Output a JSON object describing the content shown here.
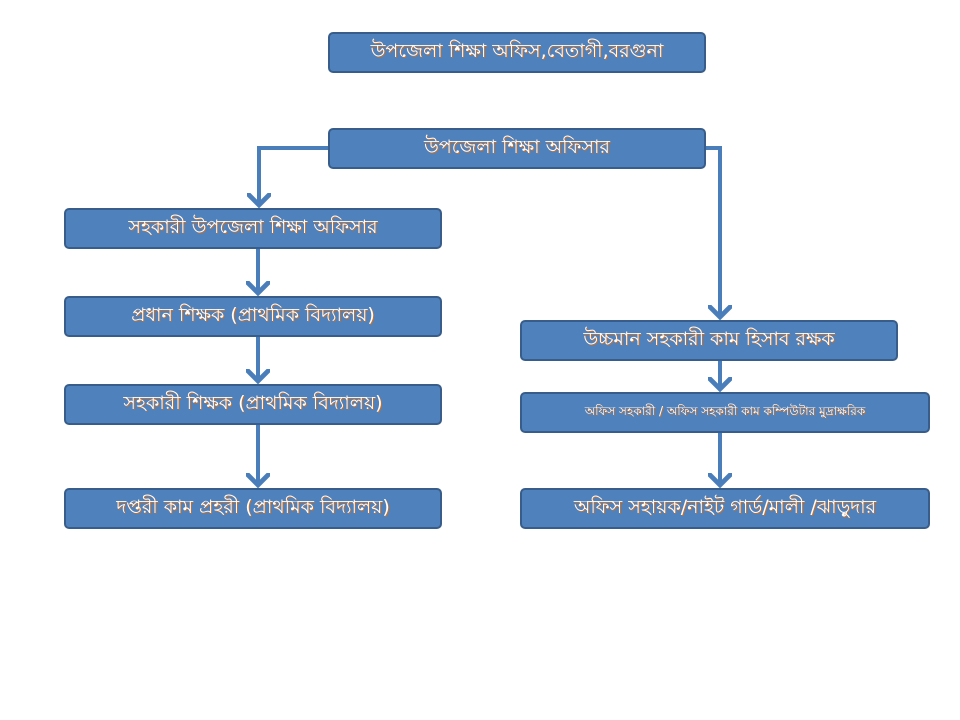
{
  "title": "উপজেলা শিক্ষা অফিস,বেতাগী,বরগুনা",
  "top": "উপজেলা শিক্ষা অফিসার",
  "left": [
    "সহকারী উপজেলা শিক্ষা অফিসার",
    "প্রধান শিক্ষক (প্রাথমিক বিদ্যালয়)",
    "সহকারী শিক্ষক (প্রাথমিক বিদ্যালয়)",
    "দপ্তরী কাম প্রহরী (প্রাথমিক বিদ্যালয়)"
  ],
  "right": [
    "উচ্চমান সহকারী কাম হিসাব রক্ষক",
    "অফিস সহকারী / অফিস সহকারী কাম কম্পিউটার মুদ্রাক্ষরিক",
    "অফিস সহায়ক/নাইট গার্ড/মালী /ঝাড়ুদার"
  ],
  "colors": {
    "box": "#4f81bd",
    "border": "#385d8a",
    "arrow": "#4a7ebb"
  }
}
